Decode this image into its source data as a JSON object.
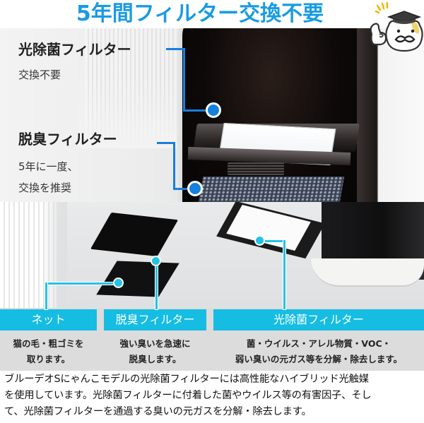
{
  "header": {
    "title": "5年間フィルター交換不要",
    "title_color": "#1a9be2",
    "mascot": "cat-mascot-with-graduation-cap-thumbs-up"
  },
  "top_callouts": [
    {
      "title": "光除菌フィルター",
      "subtitle_lines": [
        "交換不要"
      ]
    },
    {
      "title": "脱臭フィルター",
      "subtitle_lines": [
        "5年に一度、",
        "交換を推奨"
      ]
    }
  ],
  "filter_bars": [
    {
      "label": "ネット",
      "description_lines": [
        "猫の毛・粗ゴミを",
        "取ります。"
      ]
    },
    {
      "label": "脱臭フィルター",
      "description_lines": [
        "強い臭いを急速に",
        "脱臭します。"
      ]
    },
    {
      "label": "光除菌フィルター",
      "description_lines": [
        "菌・ウイルス・アレル物質・VOC・",
        "弱い臭いの元ガス等を分解・除去します。"
      ]
    }
  ],
  "footer": {
    "paragraph_lines": [
      "ブルーデオSにゃんこモデルの光除菌フィルターには高性能なハイブリッド光触媒",
      "を使用しています。光除菌フィルターに付着した菌やウイルス等の有害因子、そし",
      "て、光除菌フィルターを通過する臭いの元ガスを分解・除去します。"
    ]
  },
  "colors": {
    "callout_blue": "#1580dd",
    "bar_cyan": "#16bde3",
    "bar_text": "#ffffff"
  }
}
